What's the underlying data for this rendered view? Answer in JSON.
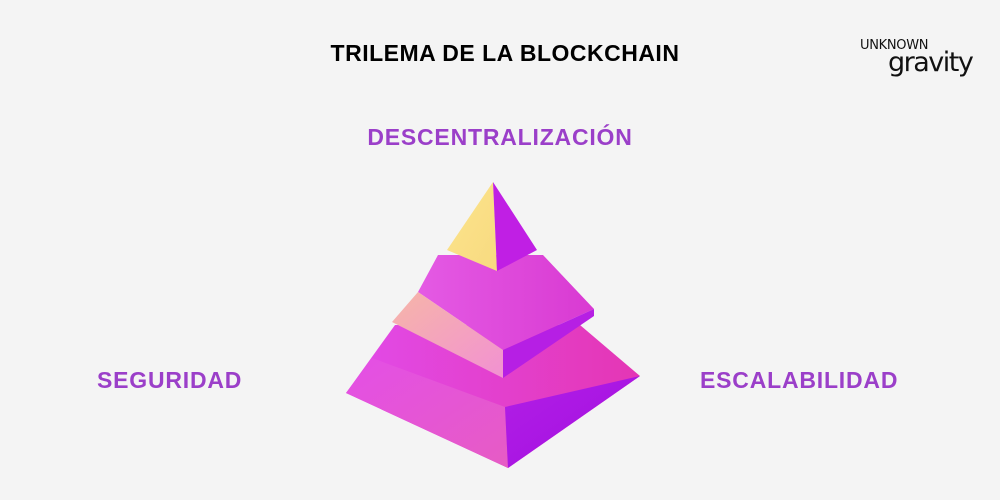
{
  "title": "TRILEMA DE LA BLOCKCHAIN",
  "logo": {
    "top": "UNKNOWN",
    "bottom": "gravity"
  },
  "labels": {
    "top": "DESCENTRALIZACIÓN",
    "left": "SEGURIDAD",
    "right": "ESCALABILIDAD"
  },
  "colors": {
    "label": "#9b3fc9",
    "tier_left_face": "#f5a3d9",
    "tier_front_face": "#e040e8",
    "tier_right_face": "#b21de0",
    "apex_left_face": "#fae38a",
    "apex_right_face": "#c21ee2"
  }
}
